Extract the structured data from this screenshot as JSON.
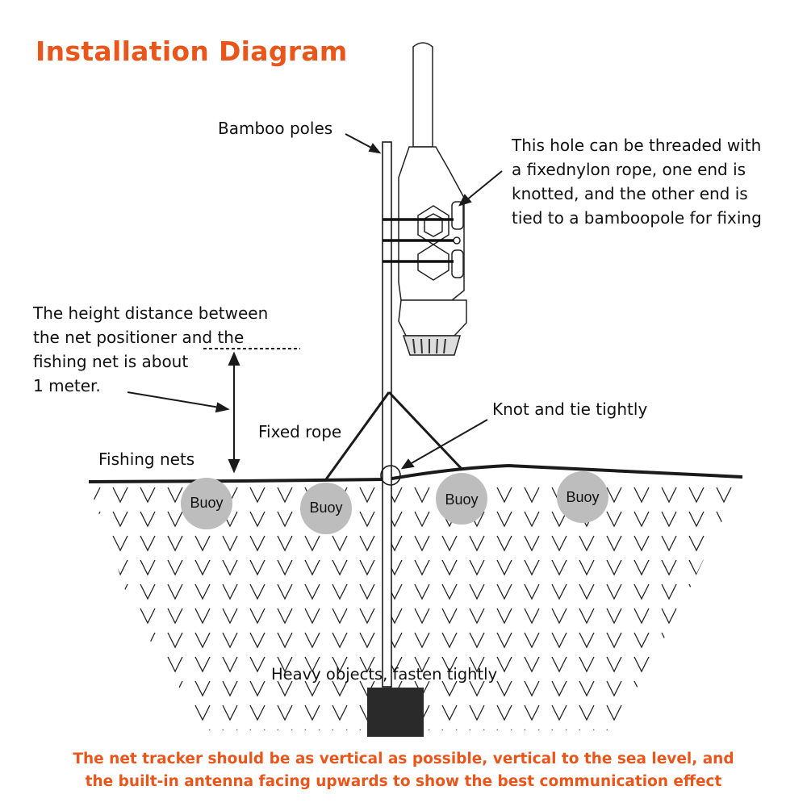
{
  "title": "Installation Diagram",
  "labels": {
    "bamboo_poles": "Bamboo poles",
    "hole_note": [
      "This hole can be threaded with",
      "a fixednylon rope, one end is",
      "knotted, and the other end is",
      "tied to a bamboopole for fixing"
    ],
    "height_note": [
      "The height distance between",
      "the net positioner and the",
      "fishing net is about",
      "1 meter."
    ],
    "fixed_rope": "Fixed rope",
    "knot": "Knot and tie tightly",
    "fishing_nets": "Fishing nets",
    "heavy_objects": "Heavy objects, fasten tightly"
  },
  "buoys": [
    "Buoy",
    "Buoy",
    "Buoy",
    "Buoy"
  ],
  "footer": [
    "The net tracker should be as vertical as possible, vertical to the sea level, and",
    "the built-in antenna facing upwards to show the best communication effect"
  ],
  "colors": {
    "accent": "#e8561c",
    "line": "#1a1a1a",
    "buoy": "#bdbdbd",
    "weight": "#2a2a2a",
    "device": "#ffffff"
  },
  "icons": [
    "net-tracker-device-icon",
    "bamboo-pole-icon",
    "weight-block-icon"
  ]
}
